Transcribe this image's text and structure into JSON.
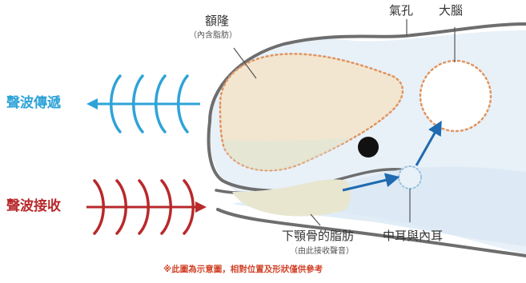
{
  "labels": {
    "forehead": "額隆",
    "forehead_sub": "（內含脂肪）",
    "blowhole": "氣孔",
    "brain": "大腦",
    "sound_transmit": "聲波傳遞",
    "sound_receive": "聲波接收",
    "jaw_fat": "下顎骨的脂肪",
    "jaw_fat_sub": "（由此接收聲音）",
    "ear": "中耳與內耳",
    "footnote": "※此圖為示意圖，相對位置及形狀僅供參考"
  },
  "colors": {
    "outline": "#6e6e6e",
    "body_fill": "#e8f0f8",
    "melon_fill": "#f2e6d0",
    "melon_dots": "#e0955f",
    "jaw_fill": "#e9e6d0",
    "brain_dots": "#e0955f",
    "ear_dots": "#9cc3df",
    "signal_arrow": "#1f6ab0",
    "transmit": "#2ea3d8",
    "receive": "#b8292b",
    "footnote": "#d1452b",
    "eye": "#111111"
  }
}
